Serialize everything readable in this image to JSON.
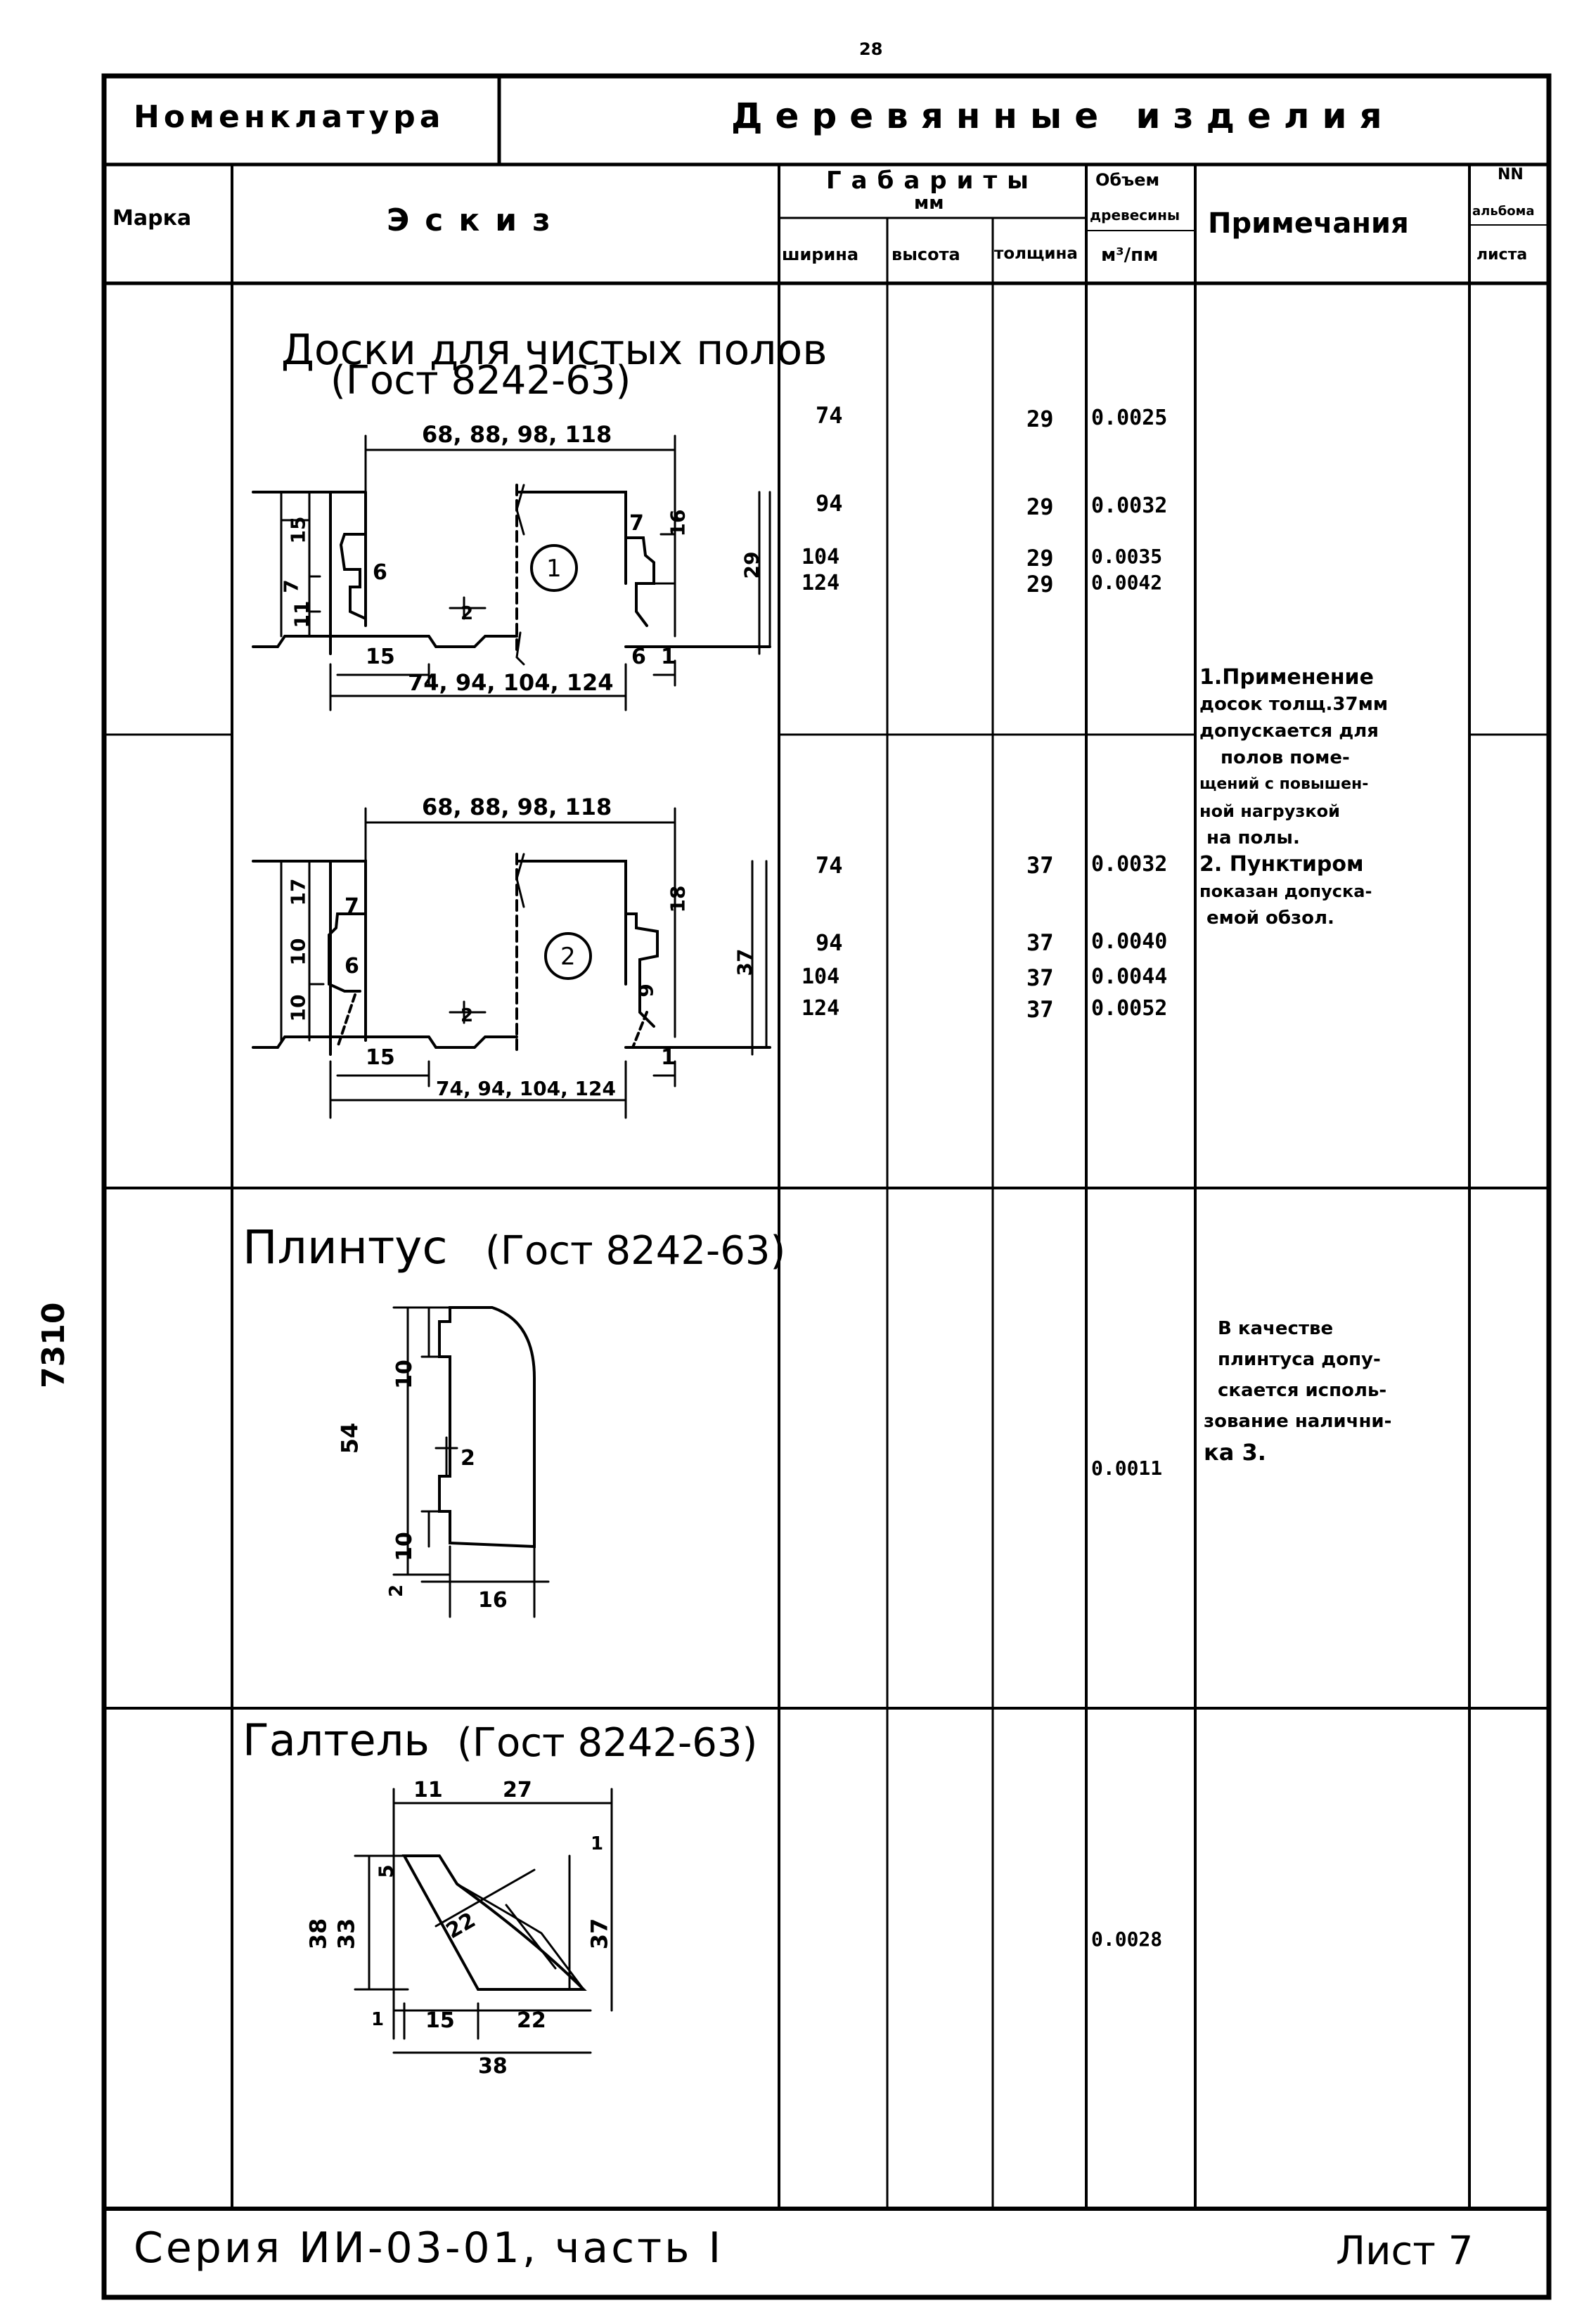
{
  "page_number": "28",
  "side_stamp": "7310",
  "header": {
    "nomenclature_label": "Номенклатура",
    "title": "Деревянные изделия"
  },
  "columns": {
    "mark": "Марка",
    "sketch": "Эскиз",
    "dimensions_group": "Габариты",
    "dimensions_unit": "мм",
    "width": "ширина",
    "height": "высота",
    "thickness": "толщина",
    "volume_line1": "Объем",
    "volume_line2": "древесины",
    "volume_unit": "м³/пм",
    "notes": "Примечания",
    "album_line1": "NN",
    "album_line2": "альбома",
    "album_line3": "листа"
  },
  "sections": {
    "boards": {
      "title": "Доски для чистых полов",
      "standard": "(Гост 8242-63)",
      "board1": {
        "marker": "1",
        "dim_top": "68, 88, 98, 118",
        "dim_bottom": "74, 94, 104, 124",
        "dim_15": "15",
        "dim_left_15": "15",
        "dim_left_7": "7",
        "dim_left_11": "11",
        "dim_6": "6",
        "dim_7": "7",
        "dim_16": "16",
        "dim_29": "29",
        "dim_2": "2",
        "dim_1": "1",
        "dim_6b": "6",
        "rows": [
          {
            "width": "74",
            "thickness": "29",
            "volume": "0.0025"
          },
          {
            "width": "94",
            "thickness": "29",
            "volume": "0.0032"
          },
          {
            "width": "104",
            "thickness": "29",
            "volume": "0.0035"
          },
          {
            "width": "124",
            "thickness": "29",
            "volume": "0.0042"
          }
        ]
      },
      "board2": {
        "marker": "2",
        "dim_top": "68, 88, 98, 118",
        "dim_bottom": "74, 94, 104, 124",
        "dim_15": "15",
        "dim_17": "17",
        "dim_10": "10",
        "dim_10b": "10",
        "dim_7": "7",
        "dim_6": "6",
        "dim_18": "18",
        "dim_9": "9",
        "dim_37": "37",
        "dim_2": "2",
        "dim_1": "1",
        "rows": [
          {
            "width": "74",
            "thickness": "37",
            "volume": "0.0032"
          },
          {
            "width": "94",
            "thickness": "37",
            "volume": "0.0040"
          },
          {
            "width": "104",
            "thickness": "37",
            "volume": "0.0044"
          },
          {
            "width": "124",
            "thickness": "37",
            "volume": "0.0052"
          }
        ]
      },
      "notes": [
        "1.Применение",
        "досок толщ.37мм",
        "допускается для",
        "полов поме-",
        "щений с повышен-",
        "ной нагрузкой",
        "на полы.",
        "2. Пунктиром",
        "показан допуска-",
        "емой обзол."
      ]
    },
    "plinth": {
      "title": "Плинтус",
      "standard": "(Гост 8242-63)",
      "volume": "0.0011",
      "dim_54": "54",
      "dim_10": "10",
      "dim_10b": "10",
      "dim_2": "2",
      "dim_2b": "2",
      "dim_16": "16",
      "notes": [
        "В качестве",
        "плинтуса допу-",
        "скается исполь-",
        "зование налични-",
        "ка 3."
      ]
    },
    "fillet": {
      "title": "Галтель",
      "standard": "(Гост 8242-63)",
      "volume": "0.0028",
      "dim_11": "11",
      "dim_27": "27",
      "dim_5": "5",
      "dim_38": "38",
      "dim_33": "33",
      "dim_37": "37",
      "dim_22": "22",
      "dim_22b": "22",
      "dim_15": "15",
      "dim_38b": "38",
      "dim_1": "1",
      "dim_1b": "1"
    }
  },
  "footer": {
    "series": "Серия ИИ-03-01, часть I",
    "sheet": "Лист 7"
  }
}
